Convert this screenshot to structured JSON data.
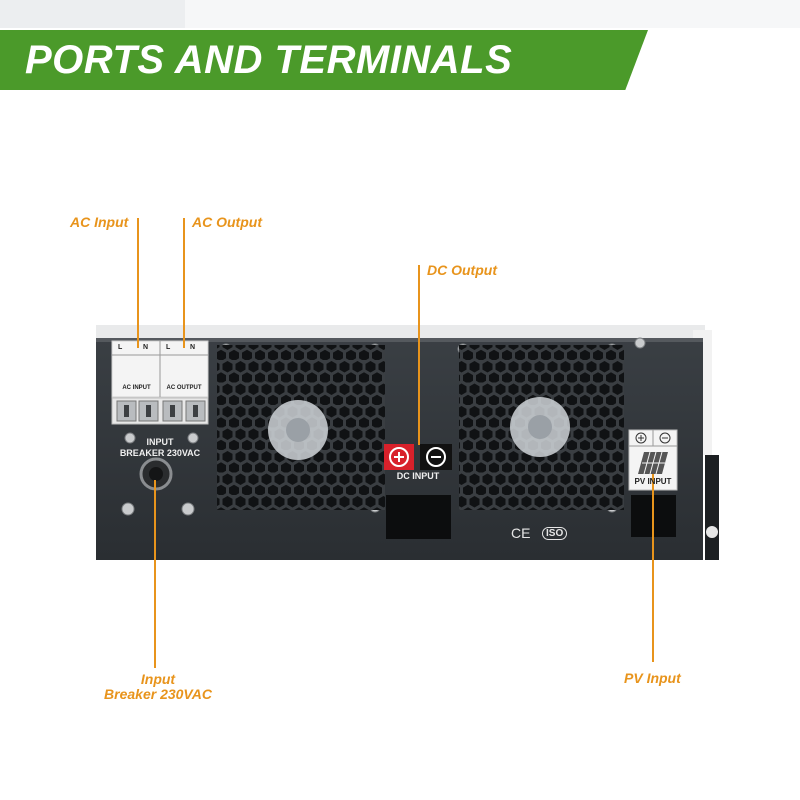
{
  "header": {
    "title": "PORTS AND TERMINALS"
  },
  "callouts": {
    "ac_input": "AC Input",
    "ac_output": "AC Output",
    "dc_output": "DC Output",
    "input_breaker_line1": "Input",
    "input_breaker_line2": "Breaker 230VAC",
    "pv_input": "PV Input"
  },
  "device_labels": {
    "ac_input": "AC INPUT",
    "ac_output": "AC OUTPUT",
    "l": "L",
    "n": "N",
    "breaker_line1": "INPUT",
    "breaker_line2": "BREAKER 230VAC",
    "dc_input": "DC INPUT",
    "pv_input": "PV INPUT",
    "ce": "CE",
    "iso": "ISO"
  },
  "colors": {
    "banner": "#4b9a2a",
    "accent": "#e8941c",
    "panel": "#2f3337",
    "positive": "#d8212b"
  }
}
